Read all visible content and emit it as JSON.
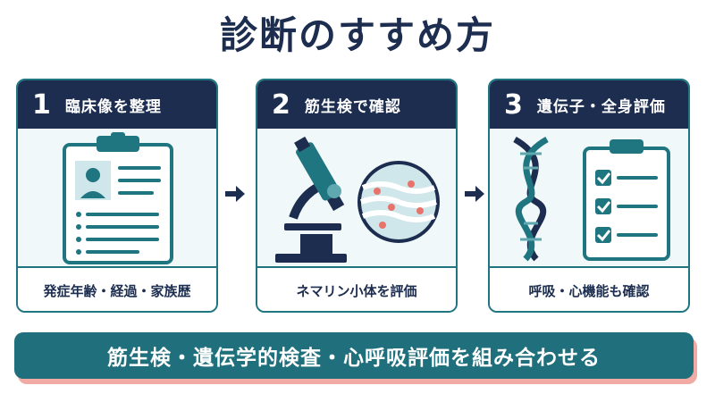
{
  "title": "診断のすすめ方",
  "steps": [
    {
      "number": "1",
      "title": "臨床像を整理",
      "caption": "発症年齢・経過・家族歴"
    },
    {
      "number": "2",
      "title": "筋生検で確認",
      "caption": "ネマリン小体を評価"
    },
    {
      "number": "3",
      "title": "遺伝子・全身評価",
      "caption": "呼吸・心機能も確認"
    }
  ],
  "banner": "筋生検・遺伝学的検査・心呼吸評価を組み合わせる",
  "colors": {
    "navy": "#1c2d4f",
    "teal": "#1f7580",
    "light_teal": "#5fa8b0",
    "card_bg": "#f1f8f9",
    "accent_pink": "#e8736a"
  }
}
